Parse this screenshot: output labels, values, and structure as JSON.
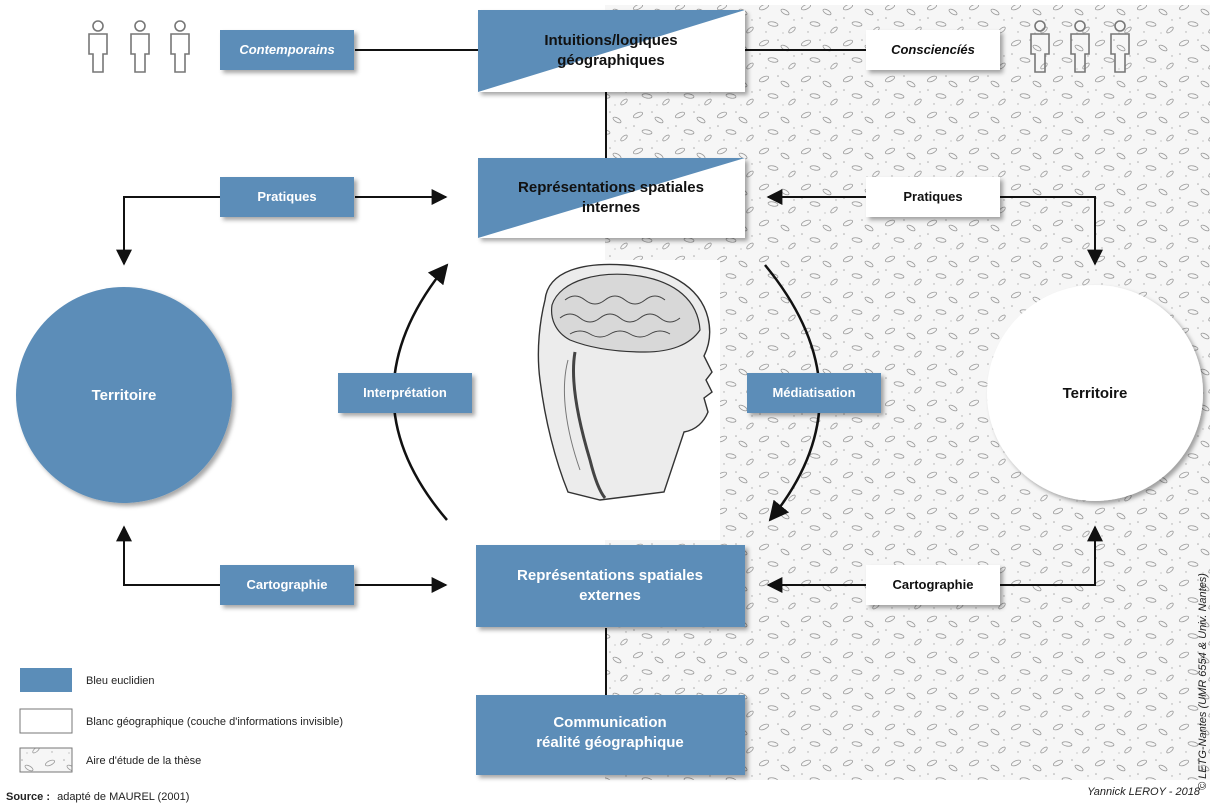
{
  "top": {
    "left_label": "Contemporains",
    "center_line1": "Intuitions/logiques",
    "center_line2": "géographiques",
    "right_label": "Consciencíés"
  },
  "internal": {
    "line1": "Représentations spatiales",
    "line2": "internes"
  },
  "external": {
    "line1": "Représentations spatiales",
    "line2": "externes"
  },
  "communication": {
    "line1": "Communication",
    "line2": "réalité géographique"
  },
  "left": {
    "territory": "Territoire",
    "practices": "Pratiques",
    "cartography": "Cartographie"
  },
  "right": {
    "territory": "Territoire",
    "practices": "Pratiques",
    "cartography": "Cartographie"
  },
  "cycle": {
    "interpretation": "Interprétation",
    "mediatisation": "Médiatisation"
  },
  "legend": {
    "blue": "Bleu euclidien",
    "white": "Blanc géographique (couche d'informations invisible)",
    "pattern": "Aire d'étude de la thèse"
  },
  "source": {
    "label": "Source :",
    "text": "adapté de MAUREL (2001)"
  },
  "credit": "Yannick LEROY - 2018",
  "copyright": "© LETG-Nantes (UMR 6554 & Univ. Nantes)",
  "colors": {
    "blue": "#5b8db8",
    "pattern_bg": "#f4f4f4",
    "pattern_ovals": "#9a9a9a"
  }
}
